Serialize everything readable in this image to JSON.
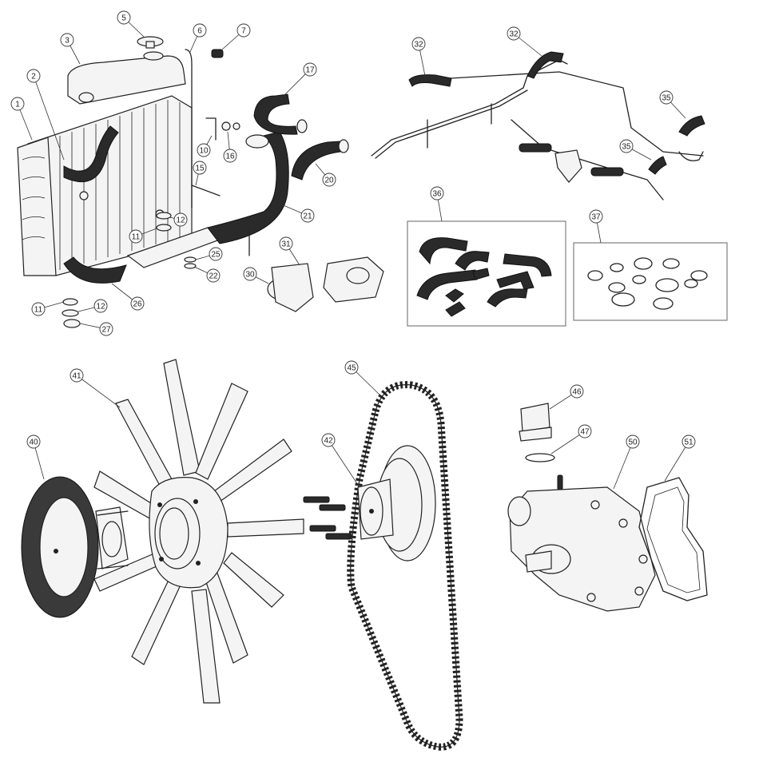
{
  "callouts": [
    {
      "label": "1"
    },
    {
      "label": "2"
    },
    {
      "label": "3"
    },
    {
      "label": "5"
    },
    {
      "label": "6"
    },
    {
      "label": "7"
    },
    {
      "label": "17"
    },
    {
      "label": "10"
    },
    {
      "label": "16"
    },
    {
      "label": "15"
    },
    {
      "label": "20"
    },
    {
      "label": "21"
    },
    {
      "label": "12"
    },
    {
      "label": "11"
    },
    {
      "label": "25"
    },
    {
      "label": "22"
    },
    {
      "label": "31"
    },
    {
      "label": "30"
    },
    {
      "label": "26"
    },
    {
      "label": "11"
    },
    {
      "label": "12"
    },
    {
      "label": "27"
    },
    {
      "label": "32"
    },
    {
      "label": "32"
    },
    {
      "label": "35"
    },
    {
      "label": "35"
    },
    {
      "label": "36"
    },
    {
      "label": "37"
    },
    {
      "label": "41"
    },
    {
      "label": "40"
    },
    {
      "label": "45"
    },
    {
      "label": "42"
    },
    {
      "label": "46"
    },
    {
      "label": "47"
    },
    {
      "label": "50"
    },
    {
      "label": "51"
    }
  ]
}
